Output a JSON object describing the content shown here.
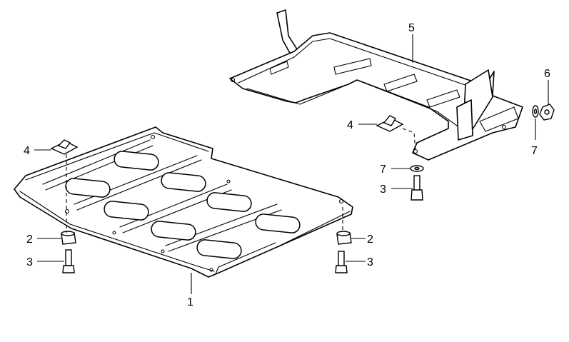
{
  "diagram": {
    "part_numbers": {
      "front_panel": "1",
      "nut_left": "2",
      "bolt_left": "3",
      "clip_left": "4",
      "rear_panel": "5",
      "nut_right": "6",
      "washer_right": "7",
      "clip_right": "4",
      "washer_center": "7",
      "bolt_center": "3",
      "nut_front_right": "2",
      "bolt_front_right": "3"
    }
  }
}
